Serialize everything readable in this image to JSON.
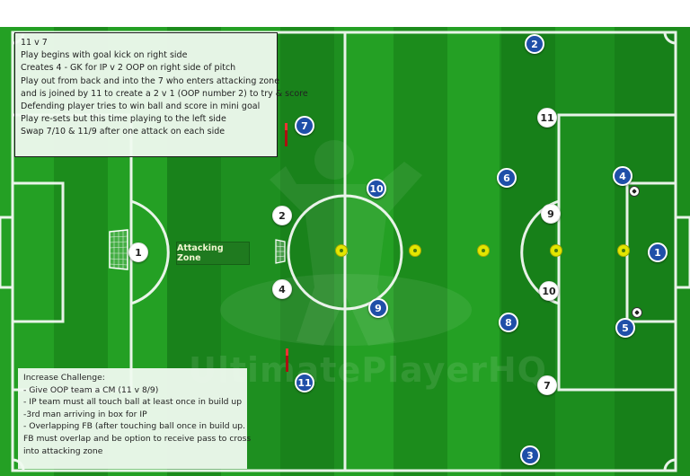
{
  "instructions": {
    "lines": [
      "11 v 7",
      "Play begins with goal kick on right side",
      "Creates 4 - GK for IP v 2 OOP on right side of pitch",
      "Play out from back and into the 7 who enters attacking zone",
      "and is joined by 11 to create a 2 v 1 (OOP number 2) to try & score",
      "Defending player tries to win ball and score in mini goal",
      "Play re-sets but this time playing to the left side",
      "Swap 7/10 & 11/9 after one attack on each side"
    ]
  },
  "challenge": {
    "lines": [
      "Increase Challenge:",
      "- Give OOP team a CM (11 v 8/9)",
      "- IP team must all touch ball at least once in build up",
      "-3rd man arriving in box for IP",
      "- Overlapping FB (after touching ball once in build up.",
      "FB must overlap and be option to receive pass to cross",
      "into attacking zone"
    ]
  },
  "zone_label": "Attacking Zone",
  "watermark": "UltimatePlayerHQ",
  "players": [
    {
      "num": "2",
      "team": "blue"
    },
    {
      "num": "7",
      "team": "blue"
    },
    {
      "num": "10",
      "team": "blue"
    },
    {
      "num": "6",
      "team": "blue"
    },
    {
      "num": "4",
      "team": "blue"
    },
    {
      "num": "1",
      "team": "blue"
    },
    {
      "num": "9",
      "team": "blue"
    },
    {
      "num": "8",
      "team": "blue"
    },
    {
      "num": "5",
      "team": "blue"
    },
    {
      "num": "11",
      "team": "blue"
    },
    {
      "num": "3",
      "team": "blue"
    },
    {
      "num": "1",
      "team": "white"
    },
    {
      "num": "2",
      "team": "white"
    },
    {
      "num": "4",
      "team": "white"
    },
    {
      "num": "11",
      "team": "white"
    },
    {
      "num": "9",
      "team": "white"
    },
    {
      "num": "10",
      "team": "white"
    },
    {
      "num": "7",
      "team": "white"
    }
  ],
  "colors": {
    "grass_dark": "#1c8c1c",
    "grass_light": "#2aa52a",
    "lines": "#ffffff",
    "blue_team": "#1f4fa8",
    "white_team": "#ffffff",
    "cone": "#e3e600"
  }
}
